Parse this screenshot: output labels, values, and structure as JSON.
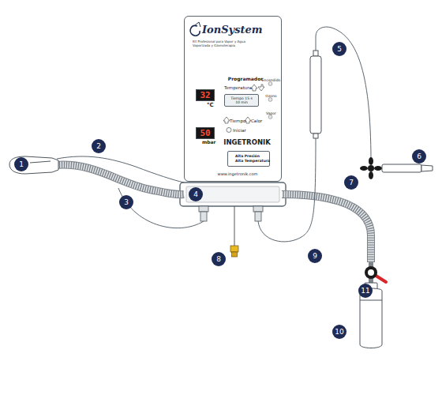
{
  "diagram": {
    "nodes": [
      {
        "text": [
          "IonSystem",
          "Kit Profesional para Vapor y Agua Vaporizada y Ozonoterapia",
          "Programador",
          "Temperatura",
          "Tiempo",
          "Calor",
          "Iniciar",
          "Encendido",
          "Ozono",
          "Vapor",
          "INGETRONIK",
          "°C",
          "mbar",
          "www.ingetronik.com"
        ]
      },
      {
        "text": [
          "32"
        ],
        "in": 0
      },
      {
        "text": [
          "50"
        ],
        "in": 0
      },
      {
        "text": [
          "Tiempo 15 s",
          "10 min"
        ],
        "in": 0
      },
      {
        "text": [
          "Alta Presión",
          "Alta Temperatura"
        ],
        "in": 0
      },
      {
        "text": [
          "1"
        ]
      },
      {
        "text": [
          "2"
        ]
      },
      {
        "text": [
          "3"
        ]
      },
      {
        "text": [
          "4"
        ]
      },
      {
        "text": [
          "5"
        ]
      },
      {
        "text": [
          "6"
        ]
      },
      {
        "text": [
          "7"
        ]
      },
      {
        "text": [
          "8"
        ]
      },
      {
        "text": [
          "9"
        ]
      },
      {
        "text": [
          "10"
        ]
      },
      {
        "text": [
          "11"
        ]
      }
    ]
  }
}
